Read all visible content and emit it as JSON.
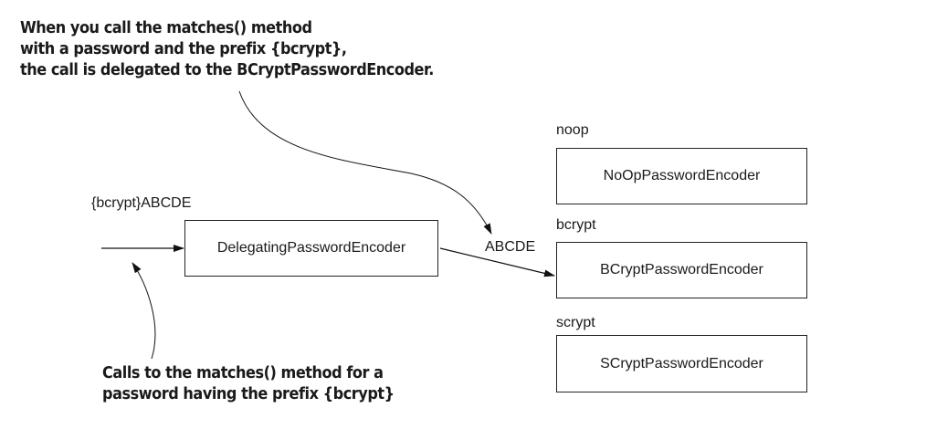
{
  "annotations": {
    "top": [
      "When you call the matches() method",
      "with a password and the prefix {bcrypt},",
      "the call is delegated to the BCryptPasswordEncoder."
    ],
    "bottom": [
      "Calls to the matches() method for a",
      "password having the prefix {bcrypt}"
    ]
  },
  "input_label": "{bcrypt}ABCDE",
  "delegating_encoder": "DelegatingPasswordEncoder",
  "stripped_password": "ABCDE",
  "encoders": [
    {
      "prefix": "noop",
      "name": "NoOpPasswordEncoder"
    },
    {
      "prefix": "bcrypt",
      "name": "BCryptPasswordEncoder"
    },
    {
      "prefix": "scrypt",
      "name": "SCryptPasswordEncoder"
    }
  ]
}
